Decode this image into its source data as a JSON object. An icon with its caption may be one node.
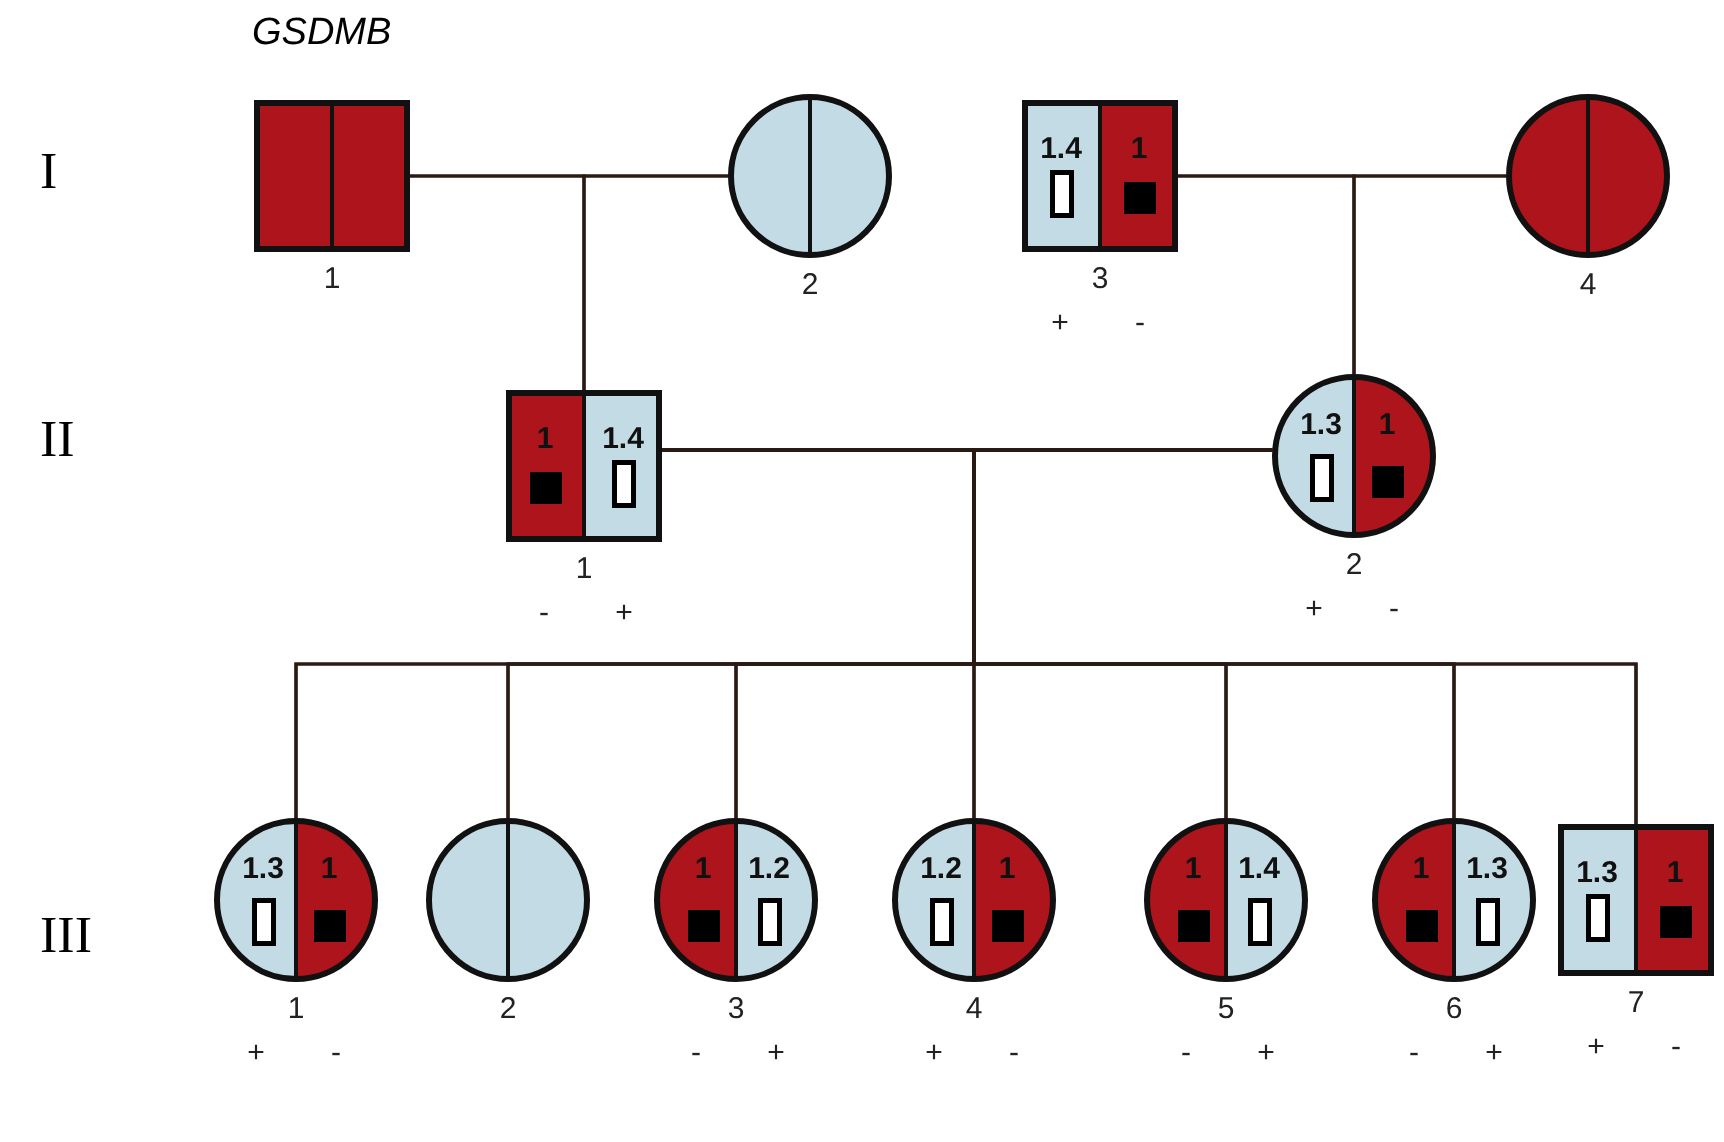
{
  "diagram": {
    "title": "GSDMB",
    "nodes": [
      {
        "text": [],
        "shape": "box",
        "beside": [
          "1"
        ]
      },
      {
        "text": [],
        "shape": "circle",
        "beside": [
          "2"
        ]
      },
      {
        "text": [
          "1.4",
          "1"
        ],
        "beside": [
          "3",
          "+",
          "-"
        ]
      },
      {
        "text": [],
        "shape": "circle",
        "beside": [
          "4"
        ]
      },
      {
        "text": [
          "1",
          "1.4"
        ],
        "beside": [
          "1",
          "-",
          "+"
        ]
      },
      {
        "text": [
          "1.3",
          "1"
        ],
        "beside": [
          "2",
          "+",
          "-"
        ]
      },
      {
        "text": [
          "1.3",
          "1"
        ],
        "beside": [
          "1",
          "+",
          "-"
        ]
      },
      {
        "text": [],
        "shape": "circle",
        "beside": [
          "2"
        ]
      },
      {
        "text": [
          "1",
          "1.2"
        ],
        "beside": [
          "3",
          "-",
          "+"
        ]
      },
      {
        "text": [
          "1.2",
          "1"
        ],
        "beside": [
          "4",
          "+",
          "-"
        ]
      },
      {
        "text": [
          "1",
          "1.4"
        ],
        "beside": [
          "5",
          "-",
          "+"
        ]
      },
      {
        "text": [
          "1",
          "1.3"
        ],
        "beside": [
          "6",
          "-",
          "+"
        ]
      },
      {
        "text": [
          "1.3",
          "1"
        ],
        "beside": [
          "7",
          "+",
          "-"
        ]
      }
    ],
    "edges": [
      {
        "from": 0,
        "to": 1,
        "arrow": "none"
      },
      {
        "from": 2,
        "to": 3,
        "arrow": "none"
      },
      {
        "from": 0,
        "to": 4,
        "arrow": "none"
      },
      {
        "from": 1,
        "to": 4,
        "arrow": "none"
      },
      {
        "from": 2,
        "to": 5,
        "arrow": "none"
      },
      {
        "from": 3,
        "to": 5,
        "arrow": "none"
      },
      {
        "from": 4,
        "to": 5,
        "arrow": "none"
      },
      {
        "from": 4,
        "to": 6,
        "arrow": "none"
      },
      {
        "from": 5,
        "to": 6,
        "arrow": "none"
      },
      {
        "from": 4,
        "to": 7,
        "arrow": "none"
      },
      {
        "from": 5,
        "to": 7,
        "arrow": "none"
      },
      {
        "from": 4,
        "to": 8,
        "arrow": "none"
      },
      {
        "from": 5,
        "to": 8,
        "arrow": "none"
      },
      {
        "from": 4,
        "to": 9,
        "arrow": "none"
      },
      {
        "from": 5,
        "to": 9,
        "arrow": "none"
      },
      {
        "from": 4,
        "to": 10,
        "arrow": "none"
      },
      {
        "from": 5,
        "to": 10,
        "arrow": "none"
      },
      {
        "from": 4,
        "to": 11,
        "arrow": "none"
      },
      {
        "from": 5,
        "to": 11,
        "arrow": "none"
      },
      {
        "from": 4,
        "to": 12,
        "arrow": "none"
      },
      {
        "from": 5,
        "to": 12,
        "arrow": "none"
      }
    ],
    "labels": [
      "I",
      "II",
      "III"
    ]
  }
}
